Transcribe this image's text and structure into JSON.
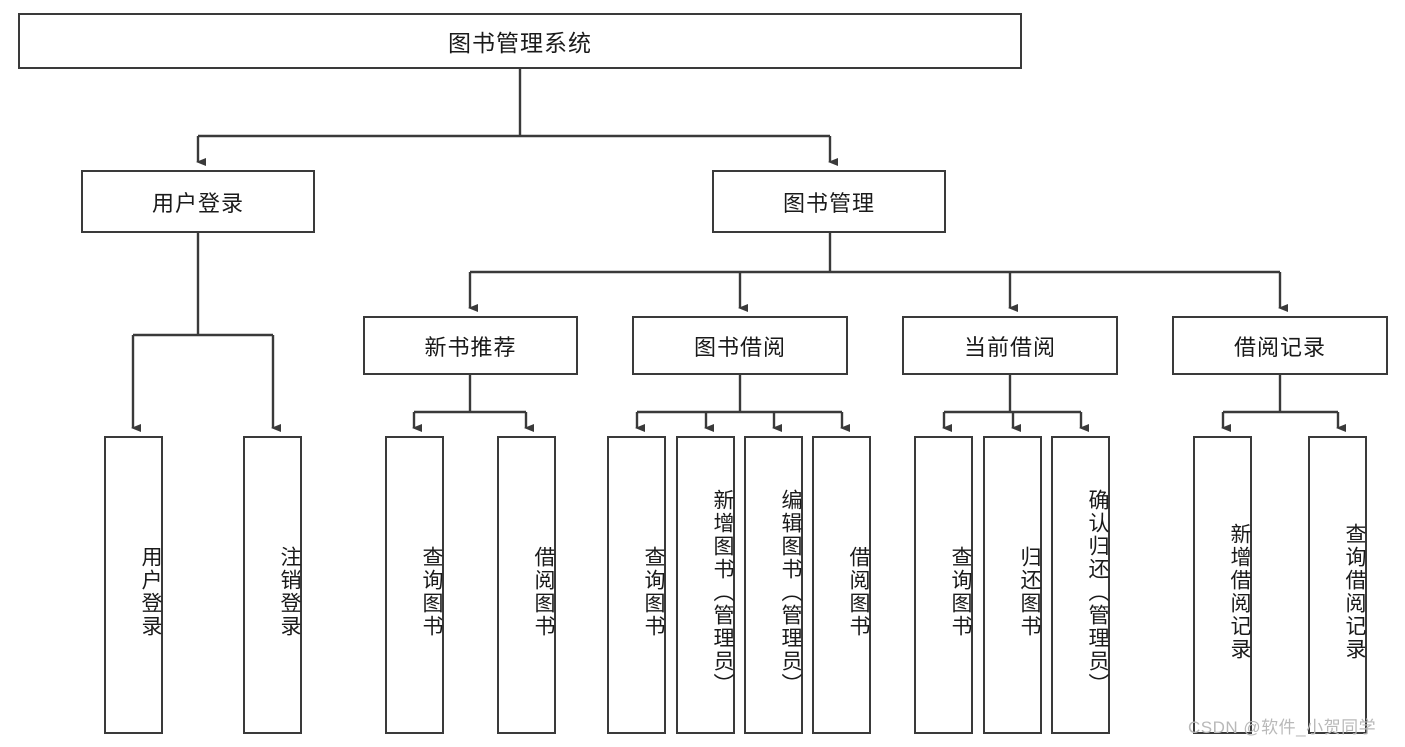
{
  "diagram": {
    "type": "tree-hierarchy-chart",
    "title": "图书管理系统",
    "root": {
      "label": "图书管理系统"
    },
    "level2": [
      {
        "label": "用户登录"
      },
      {
        "label": "图书管理"
      }
    ],
    "level3": [
      {
        "label": "新书推荐"
      },
      {
        "label": "图书借阅"
      },
      {
        "label": "当前借阅"
      },
      {
        "label": "借阅记录"
      }
    ],
    "leaves": [
      {
        "label": "用户登录",
        "parent": "用户登录"
      },
      {
        "label": "注销登录",
        "parent": "用户登录"
      },
      {
        "label": "查询图书",
        "parent": "新书推荐"
      },
      {
        "label": "借阅图书",
        "parent": "新书推荐"
      },
      {
        "label": "查询图书",
        "parent": "图书借阅"
      },
      {
        "label": "新增图书（管理员）",
        "parent": "图书借阅"
      },
      {
        "label": "编辑图书（管理员）",
        "parent": "图书借阅"
      },
      {
        "label": "借阅图书",
        "parent": "图书借阅"
      },
      {
        "label": "查询图书",
        "parent": "当前借阅"
      },
      {
        "label": "归还图书",
        "parent": "当前借阅"
      },
      {
        "label": "确认归还（管理员）",
        "parent": "当前借阅"
      },
      {
        "label": "新增借阅记录",
        "parent": "借阅记录"
      },
      {
        "label": "查询借阅记录",
        "parent": "借阅记录"
      }
    ]
  },
  "watermark": {
    "text": "CSDN @软件_小贺同学"
  },
  "colors": {
    "stroke": "#3a3a3a",
    "text": "#1a1a1a",
    "background": "#ffffff",
    "watermark": "#b9b9b9"
  }
}
